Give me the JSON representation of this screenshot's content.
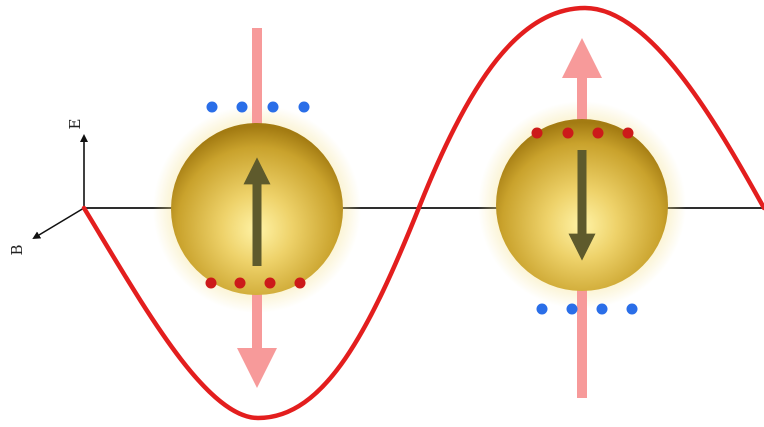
{
  "axes": {
    "vertical_label": "E",
    "depth_label": "B"
  },
  "colors": {
    "wave": "#e31e1e",
    "axis": "#111111",
    "field_arrow": "#f79a9a",
    "dipole_arrow": "#5e5a2c",
    "particle_core": "#f7e27e",
    "particle_edge": "#a37b12",
    "particle_glow": "#f4e08a",
    "positive_charge": "#cc1a1a",
    "negative_charge": "#2a6ee8"
  },
  "particles": [
    {
      "name": "left-particle",
      "dipole_direction": "up",
      "field_direction": "down",
      "charges_top": "negative",
      "charges_bottom": "positive",
      "charges_per_side": 4
    },
    {
      "name": "right-particle",
      "dipole_direction": "down",
      "field_direction": "up",
      "charges_top": "positive",
      "charges_bottom": "negative",
      "charges_per_side": 4
    }
  ]
}
